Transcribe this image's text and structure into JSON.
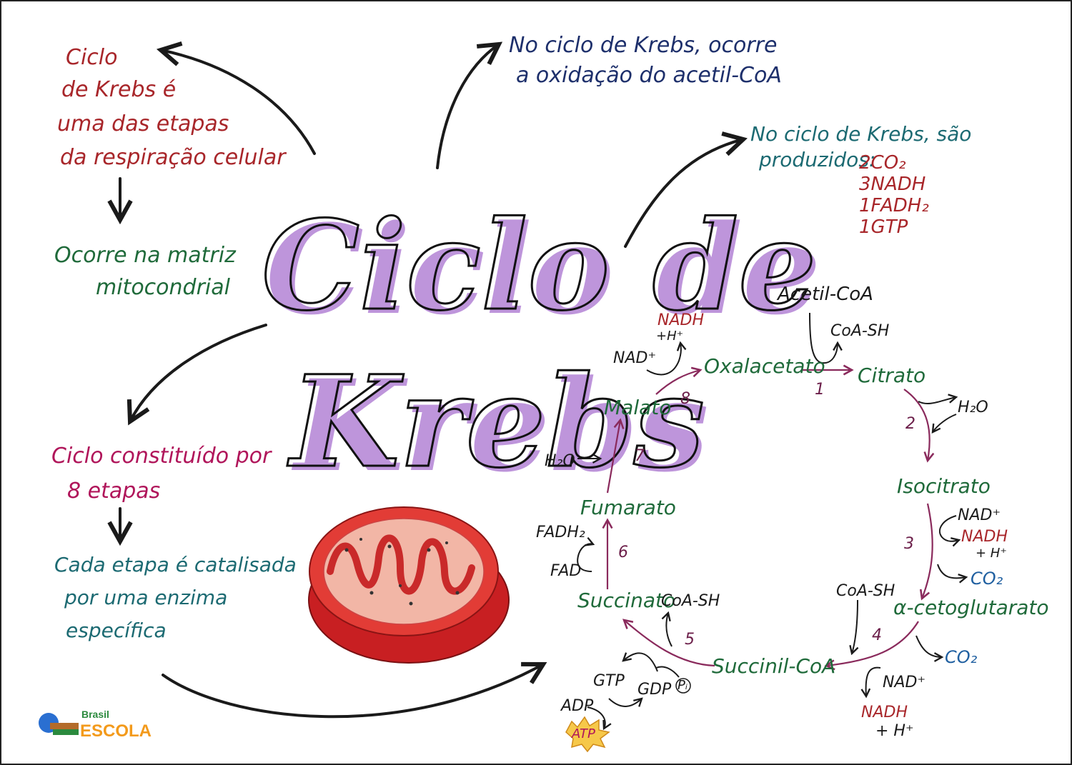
{
  "title": {
    "line1": "Ciclo de",
    "line2": "Krebs"
  },
  "notes": {
    "etapa": [
      "Ciclo",
      "de Krebs é",
      "uma das etapas",
      "da respiração celular"
    ],
    "matriz": [
      "Ocorre na matriz",
      "mitocondrial"
    ],
    "oxidacao": [
      "No ciclo de Krebs, ocorre",
      "a oxidação do acetil-CoA"
    ],
    "produzidos": {
      "line1": "No ciclo de Krebs, são",
      "line2": "produzidos:",
      "items": [
        "2CO₂",
        "3NADH",
        "1FADH₂",
        "1GTP"
      ]
    },
    "oito_etapas": [
      "Ciclo constituído por",
      "8 etapas"
    ],
    "enzima": [
      "Cada etapa é catalisada",
      "por uma enzima",
      "específica"
    ]
  },
  "cycle": {
    "acetil": "Acetil-CoA",
    "coa_sh_top": "CoA-SH",
    "citrato": "Citrato",
    "oxalacetato": "Oxalacetato",
    "malato": "Malato",
    "fumarato": "Fumarato",
    "succinato": "Succinato",
    "succinil": "Succinil-CoA",
    "cetoglutarato": "α-cetoglutarato",
    "isocitrato": "Isocitrato",
    "h2o_right": "H₂O",
    "h2o_left": "H₂O",
    "nad_right": "NAD⁺",
    "nadh_right": "NADH",
    "hplus_right": "+ H⁺",
    "co2_right": "CO₂",
    "co2_bottom": "CO₂",
    "coa_sh_right": "CoA-SH",
    "nad_bottom": "NAD⁺",
    "nadh_bottom": "NADH",
    "hplus_bottom": "+ H⁺",
    "coa_sh_succ": "CoA-SH",
    "gtp": "GTP",
    "gdp": "GDP",
    "pi": "Pᵢ",
    "adp": "ADP",
    "atp": "ATP",
    "fadh2": "FADH₂",
    "fad": "FAD",
    "nad_left": "NAD⁺",
    "nadh_left": "NADH",
    "hplus_left": "+H⁺",
    "steps": [
      "1",
      "2",
      "3",
      "4",
      "5",
      "6",
      "7",
      "8"
    ]
  },
  "logo": {
    "line1": "Brasil",
    "line2": "ESCOLA"
  },
  "colors": {
    "ink": "#1a1a1a",
    "red": "#a8262a",
    "green": "#1f6a3a",
    "navy": "#1d2f6b",
    "teal": "#1c6a72",
    "magenta": "#b0155a",
    "blue": "#1f5fa0",
    "cycle_line": "#8a2a5c",
    "title_shade": "#8a3fbf",
    "mito_outer": "#d42a2a",
    "mito_inner": "#f2b6a6",
    "atp_fill": "#f6c84a",
    "logo_orange": "#f39a1b",
    "logo_green": "#2b8a3e"
  }
}
